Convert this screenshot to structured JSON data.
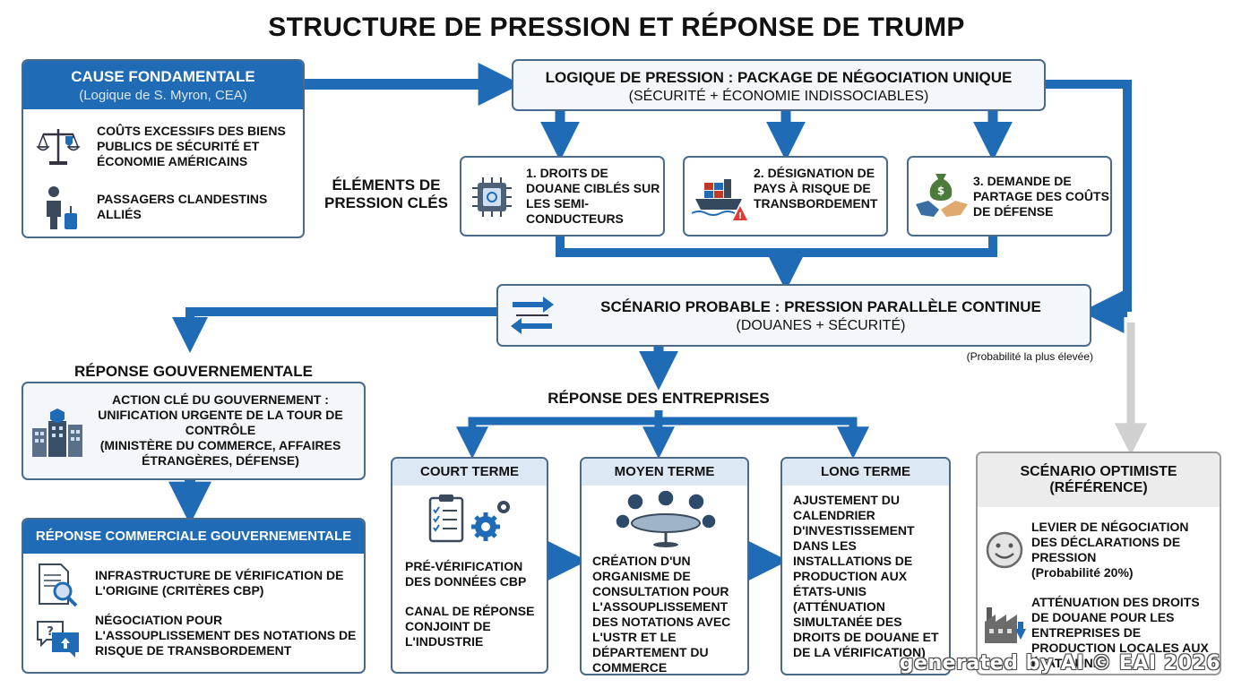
{
  "title": "STRUCTURE DE PRESSION ET RÉPONSE DE TRUMP",
  "cause": {
    "header_line1": "CAUSE FONDAMENTALE",
    "header_line2": "(Logique de S. Myron, CEA)",
    "item1": "COÛTS EXCESSIFS DES BIENS PUBLICS DE SÉCURITÉ ET ÉCONOMIE AMÉRICAINS",
    "item2": "PASSAGERS CLANDESTINS ALLIÉS",
    "item1_icon": "scales-icon",
    "item2_icon": "traveler-icon"
  },
  "pressure_logic": {
    "line1": "LOGIQUE DE PRESSION : PACKAGE DE NÉGOCIATION UNIQUE",
    "line2": "(SÉCURITÉ + ÉCONOMIE INDISSOCIABLES)"
  },
  "key_elements_label": "ÉLÉMENTS DE PRESSION CLÉS",
  "elements": [
    {
      "label": "1. DROITS DE DOUANE CIBLÉS SUR LES SEMI-CONDUCTEURS",
      "icon": "chip-icon"
    },
    {
      "label": "2. DÉSIGNATION DE PAYS À RISQUE DE TRANSBORDEMENT",
      "icon": "cargo-ship-icon"
    },
    {
      "label": "3. DEMANDE DE PARTAGE DES COÛTS DE DÉFENSE",
      "icon": "handshake-icon"
    }
  ],
  "scenario": {
    "line1": "SCÉNARIO PROBABLE : PRESSION PARALLÈLE CONTINUE",
    "line2": "(DOUANES + SÉCURITÉ)",
    "probability_note": "(Probabilité la plus élevée)",
    "icon": "parallel-arrows-icon"
  },
  "gov_response": {
    "label": "RÉPONSE GOUVERNEMENTALE",
    "action_text": "ACTION CLÉ DU GOUVERNEMENT : UNIFICATION URGENTE DE LA TOUR DE CONTRÔLE (MINISTÈRE DU COMMERCE, AFFAIRES ÉTRANGÈRES, DÉFENSE)",
    "action_line1": "ACTION CLÉ DU GOUVERNEMENT :",
    "action_line2": "UNIFICATION URGENTE DE LA TOUR DE",
    "action_line3": "CONTRÔLE",
    "action_line4": "(MINISTÈRE DU COMMERCE, AFFAIRES",
    "action_line5": "ÉTRANGÈRES, DÉFENSE)",
    "icon": "government-buildings-icon"
  },
  "gov_commercial": {
    "header": "RÉPONSE COMMERCIALE GOUVERNEMENTALE",
    "item1": "INFRASTRUCTURE DE VÉRIFICATION DE L'ORIGINE (CRITÈRES CBP)",
    "item2": "NÉGOCIATION POUR L'ASSOUPLISSEMENT DES NOTATIONS DE RISQUE DE TRANSBORDEMENT",
    "item1_icon": "document-search-icon",
    "item2_icon": "chat-bubbles-icon"
  },
  "corp_response": {
    "label": "RÉPONSE DES ENTREPRISES",
    "short": {
      "header": "COURT TERME",
      "item1": "PRÉ-VÉRIFICATION DES DONNÉES CBP",
      "item2": "CANAL DE RÉPONSE CONJOINT DE L'INDUSTRIE",
      "icon": "checklist-gears-icon"
    },
    "medium": {
      "header": "MOYEN TERME",
      "text": "CRÉATION D'UN ORGANISME DE CONSULTATION POUR L'ASSOUPLISSEMENT DES NOTATIONS AVEC L'USTR ET LE DÉPARTEMENT DU COMMERCE",
      "icon": "round-table-icon"
    },
    "long": {
      "header": "LONG TERME",
      "text": "AJUSTEMENT DU CALENDRIER D'INVESTISSEMENT DANS LES INSTALLATIONS DE PRODUCTION AUX ÉTATS-UNIS (ATTÉNUATION SIMULTANÉE DES DROITS DE DOUANE ET DE LA VÉRIFICATION)"
    }
  },
  "optimistic": {
    "header_line1": "SCÉNARIO OPTIMISTE",
    "header_line2": "(RÉFÉRENCE)",
    "item1": "LEVIER DE NÉGOCIATION DES DÉCLARATIONS DE PRESSION",
    "item1_prob": "(Probabilité 20%)",
    "item2": "ATTÉNUATION DES DROITS DE DOUANE POUR LES ENTREPRISES DE PRODUCTION LOCALES AUX ÉTATS-UNIS",
    "item1_icon": "smiley-icon",
    "item2_icon": "factory-icon"
  },
  "watermark": "generated by AI © EAI 2026",
  "colors": {
    "primary_blue": "#1f6bb6",
    "border": "#4a6a8c",
    "light_fill": "#f3f7fb",
    "header_pale": "#dce8f4",
    "gray": "#d6d6d6"
  }
}
